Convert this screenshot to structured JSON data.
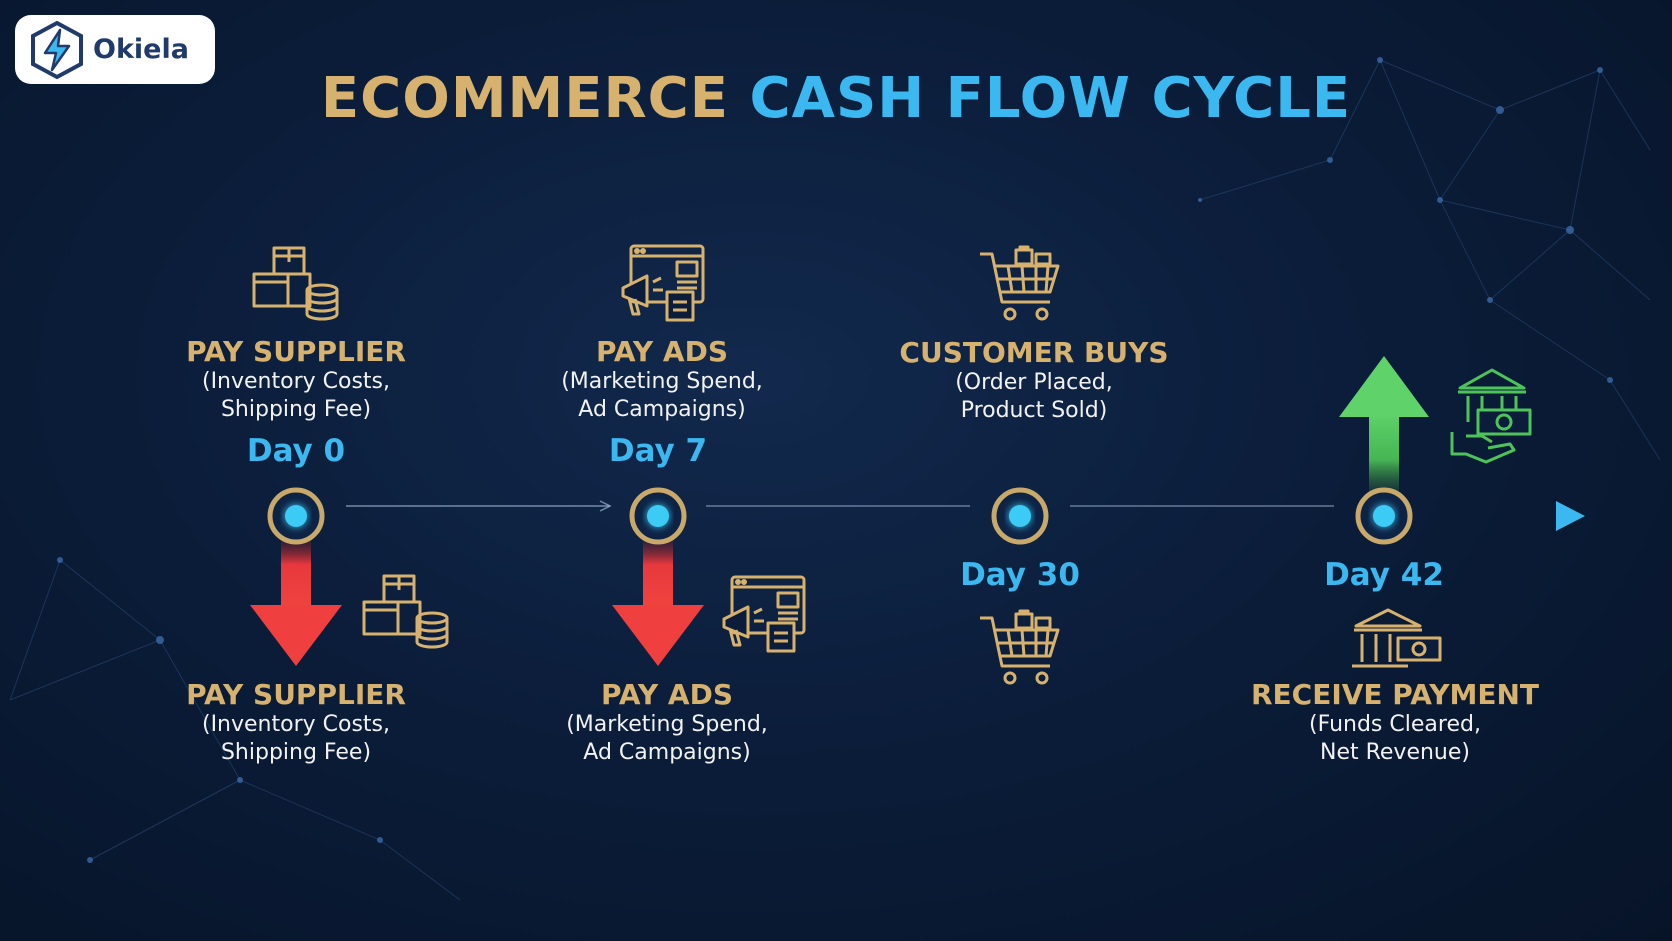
{
  "brand": {
    "name": "Okiela"
  },
  "title": {
    "part1": "ECOMMERCE",
    "part2": "CASH FLOW CYCLE"
  },
  "colors": {
    "gold": "#d6b26e",
    "cyan": "#3bb8f0",
    "red": "#e8383d",
    "green": "#4cc45a",
    "background": "#0b1d3a"
  },
  "top": [
    {
      "icon": "boxes-coins-icon",
      "heading": "PAY SUPPLIER",
      "sub1": "(Inventory Costs,",
      "sub2": "Shipping Fee)",
      "day": "Day 0"
    },
    {
      "icon": "ad-megaphone-icon",
      "heading": "PAY ADS",
      "sub1": "(Marketing Spend,",
      "sub2": "Ad Campaigns)",
      "day": "Day 7"
    },
    {
      "icon": "shopping-cart-icon",
      "heading": "CUSTOMER BUYS",
      "sub1": "(Order Placed,",
      "sub2": "Product Sold)"
    }
  ],
  "bottom": [
    {
      "icon": "boxes-coins-icon",
      "heading": "PAY SUPPLIER",
      "sub1": "(Inventory Costs,",
      "sub2": "Shipping Fee)"
    },
    {
      "icon": "ad-megaphone-icon",
      "heading": "PAY ADS",
      "sub1": "(Marketing Spend,",
      "sub2": "Ad Campaigns)"
    },
    {
      "icon": "shopping-cart-icon",
      "day": "Day 30"
    },
    {
      "icon": "bank-cash-icon",
      "day": "Day 42",
      "heading": "RECEIVE PAYMENT",
      "sub1": "(Funds Cleared,",
      "sub2": "Net Revenue)"
    }
  ]
}
